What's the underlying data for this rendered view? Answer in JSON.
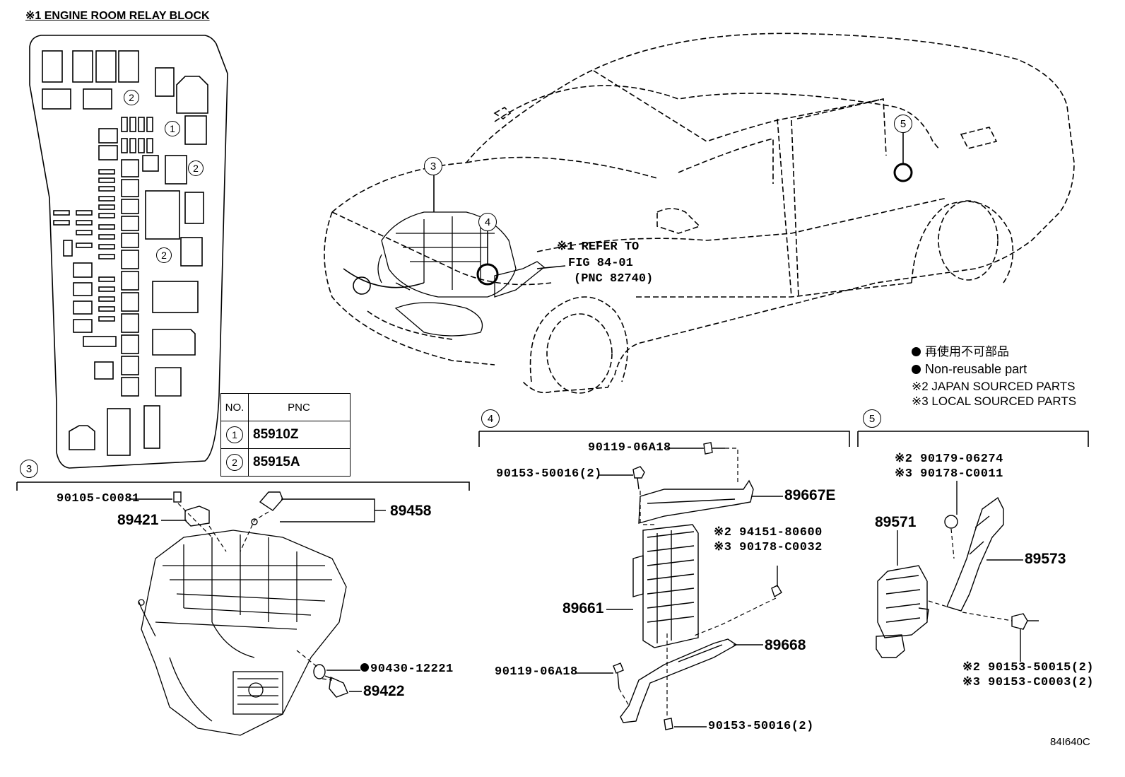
{
  "relay_block": {
    "title": "※1 ENGINE ROOM RELAY BLOCK",
    "markers": [
      "1",
      "2",
      "2",
      "2"
    ]
  },
  "pnc_table": {
    "header_no": "NO.",
    "header_pnc": "PNC",
    "rows": [
      {
        "no": "1",
        "pnc": "85910Z"
      },
      {
        "no": "2",
        "pnc": "85915A"
      }
    ]
  },
  "car": {
    "callouts": [
      "3",
      "4",
      "5"
    ],
    "refer_line1": "※1 REFER TO",
    "refer_line2": "FIG 84-01",
    "refer_line3": "(PNC 82740)"
  },
  "legend": {
    "jp": "再使用不可部品",
    "en": "Non-reusable part",
    "note2": "※2 JAPAN SOURCED PARTS",
    "note3": "※3 LOCAL SOURCED PARTS"
  },
  "section3": {
    "number": "3",
    "parts": {
      "p90105": "90105-C0081",
      "p89421": "89421",
      "p89458": "89458",
      "p90430": "90430-12221",
      "p89422": "89422"
    }
  },
  "section4": {
    "number": "4",
    "parts": {
      "p90119a": "90119-06A18",
      "p90153a": "90153-50016(2)",
      "p89667e": "89667E",
      "p94151": "※2 94151-80600",
      "p90178c": "※3 90178-C0032",
      "p89661": "89661",
      "p89668": "89668",
      "p90119b": "90119-06A18",
      "p90153b": "90153-50016(2)"
    }
  },
  "section5": {
    "number": "5",
    "parts": {
      "p90179": "※2 90179-06274",
      "p90178": "※3 90178-C0011",
      "p89571": "89571",
      "p89573": "89573",
      "p90153j": "※2 90153-50015(2)",
      "p90153l": "※3 90153-C0003(2)"
    }
  },
  "figure_code": "84I640C"
}
